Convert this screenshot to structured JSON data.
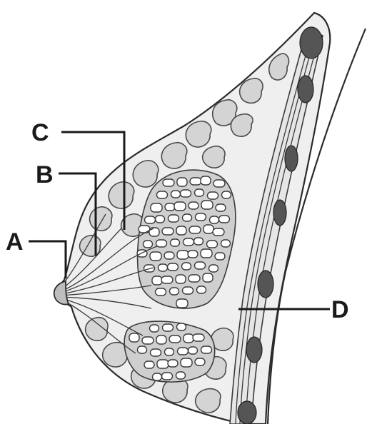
{
  "labels": {
    "a": "A",
    "b": "B",
    "c": "C",
    "d": "D"
  },
  "colors": {
    "tissue": "#d4d4d4",
    "lobule": "#ffffff",
    "rib": "#555555",
    "ink": "#1a1a1a"
  }
}
